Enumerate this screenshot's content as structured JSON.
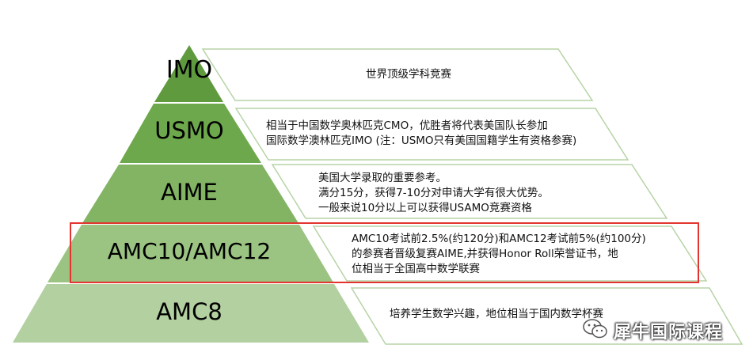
{
  "colors": {
    "tiers": [
      "#5f9a3f",
      "#6ea84c",
      "#82b464",
      "#9bc382",
      "#b3d0a1"
    ],
    "parallelogram_stroke": "#b7d3a6",
    "highlight": "#e3342f"
  },
  "tiers": [
    {
      "label": "IMO",
      "lines": [
        "世界顶级学科竞赛"
      ]
    },
    {
      "label": "USMO",
      "lines": [
        "相当于中国数学奥林匹克CMO，优胜者将代表美国队长参加",
        "国际数学澳林匹克IMO (注：USMO只有美国国籍学生有资格参赛)"
      ]
    },
    {
      "label": "AIME",
      "lines": [
        "美国大学录取的重要参考。",
        "满分15分，获得7-10分对申请大学有很大优势。",
        "一般来说10分以上可以获得USAMO竞赛资格"
      ]
    },
    {
      "label": "AMC10/AMC12",
      "lines": [
        "AMC10考试前2.5%(约120分)和AMC12考试前5%(约100分)",
        "的参赛者晋级复赛AIME,并获得Honor Roll荣誉证书，地",
        "位相当于全国高中数学联赛"
      ]
    },
    {
      "label": "AMC8",
      "lines": [
        "培养学生数学兴趣，地位相当于国内数学杯赛"
      ]
    }
  ],
  "watermark": {
    "text": "犀牛国际课程",
    "icon": "wechat-bubble-icon"
  }
}
